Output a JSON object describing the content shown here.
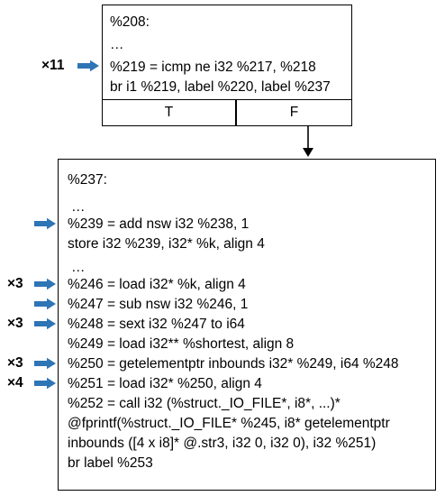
{
  "block1": {
    "lines": [
      "%208:",
      "…",
      "%219 = icmp ne i32 %217, %218",
      "br i1 %219, label %220, label %237"
    ],
    "branch_true": "T",
    "branch_false": "F",
    "markers": [
      {
        "line": 2,
        "count": "×11"
      }
    ]
  },
  "block2": {
    "lines": [
      "%237:",
      "…",
      "%239 = add nsw i32 %238, 1",
      "store i32 %239, i32* %k, align 4",
      "…",
      "%246 = load i32* %k, align 4",
      "%247 = sub nsw i32 %246, 1",
      "%248 = sext i32 %247 to i64",
      "%249 = load i32** %shortest, align 8",
      "%250 = getelementptr inbounds i32* %249, i64 %248",
      "%251 = load i32* %250, align 4",
      "%252 = call i32 (%struct._IO_FILE*, i8*, ...)*",
      "@fprintf(%struct._IO_FILE* %245, i8* getelementptr",
      "inbounds ([4 x i8]* @.str3, i32 0, i32 0), i32 %251)",
      "br label %253"
    ],
    "markers": [
      {
        "line": 2,
        "count": ""
      },
      {
        "line": 5,
        "count": "×3"
      },
      {
        "line": 6,
        "count": ""
      },
      {
        "line": 7,
        "count": "×3"
      },
      {
        "line": 9,
        "count": "×3"
      },
      {
        "line": 10,
        "count": "×4"
      }
    ]
  },
  "colors": {
    "arrow": "#2E75B6",
    "border": "#000000"
  },
  "icons": {
    "marker": "right-arrow-icon"
  }
}
